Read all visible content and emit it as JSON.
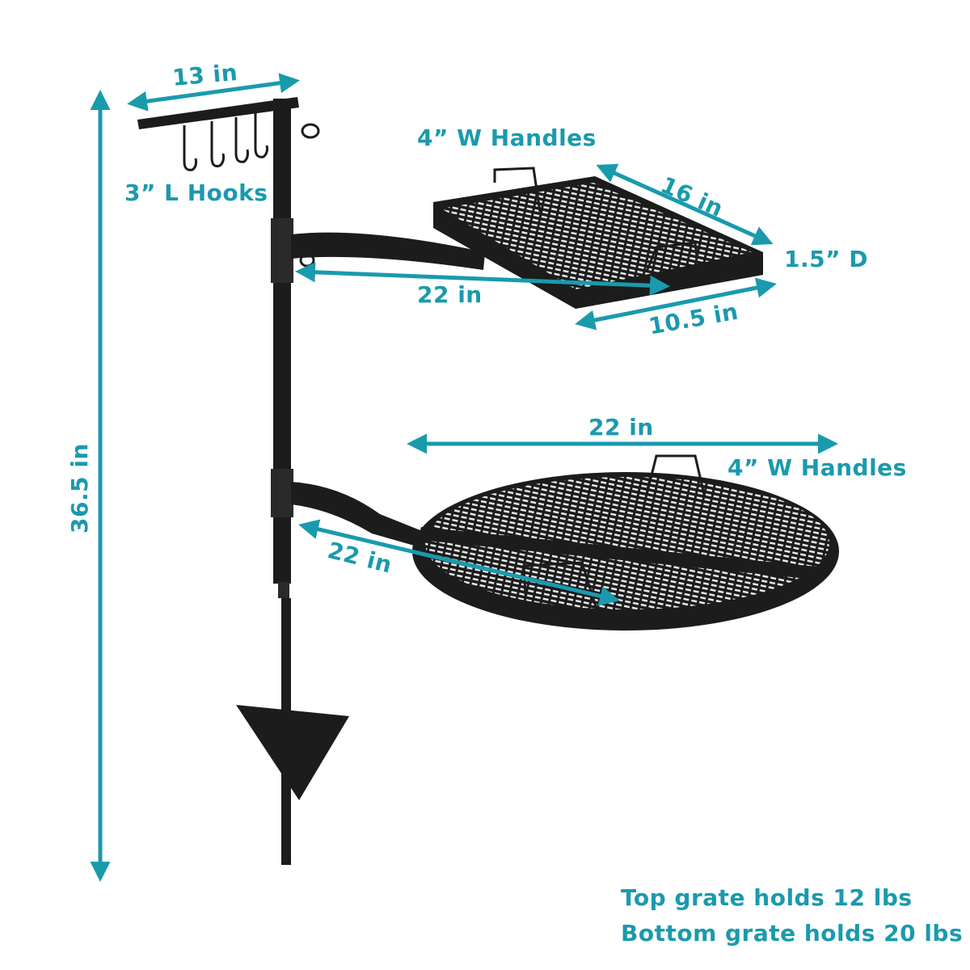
{
  "accent_color": "#1a9aad",
  "product_color": "#1c1c1c",
  "dimensions": {
    "overall_height": "36.5 in",
    "hook_bar_width": "13 in",
    "hooks": "3” L Hooks",
    "top_grate_handles": "4” W Handles",
    "top_grate_length": "16 in",
    "top_grate_depth": "1.5” D",
    "top_arm_reach": "22 in",
    "top_grate_width": "10.5 in",
    "bottom_grate_diameter": "22 in",
    "bottom_grate_handles": "4” W Handles",
    "bottom_arm_reach": "22 in"
  },
  "capacity": {
    "top": "Top grate holds 12 lbs",
    "bottom": "Bottom grate holds 20 lbs"
  }
}
